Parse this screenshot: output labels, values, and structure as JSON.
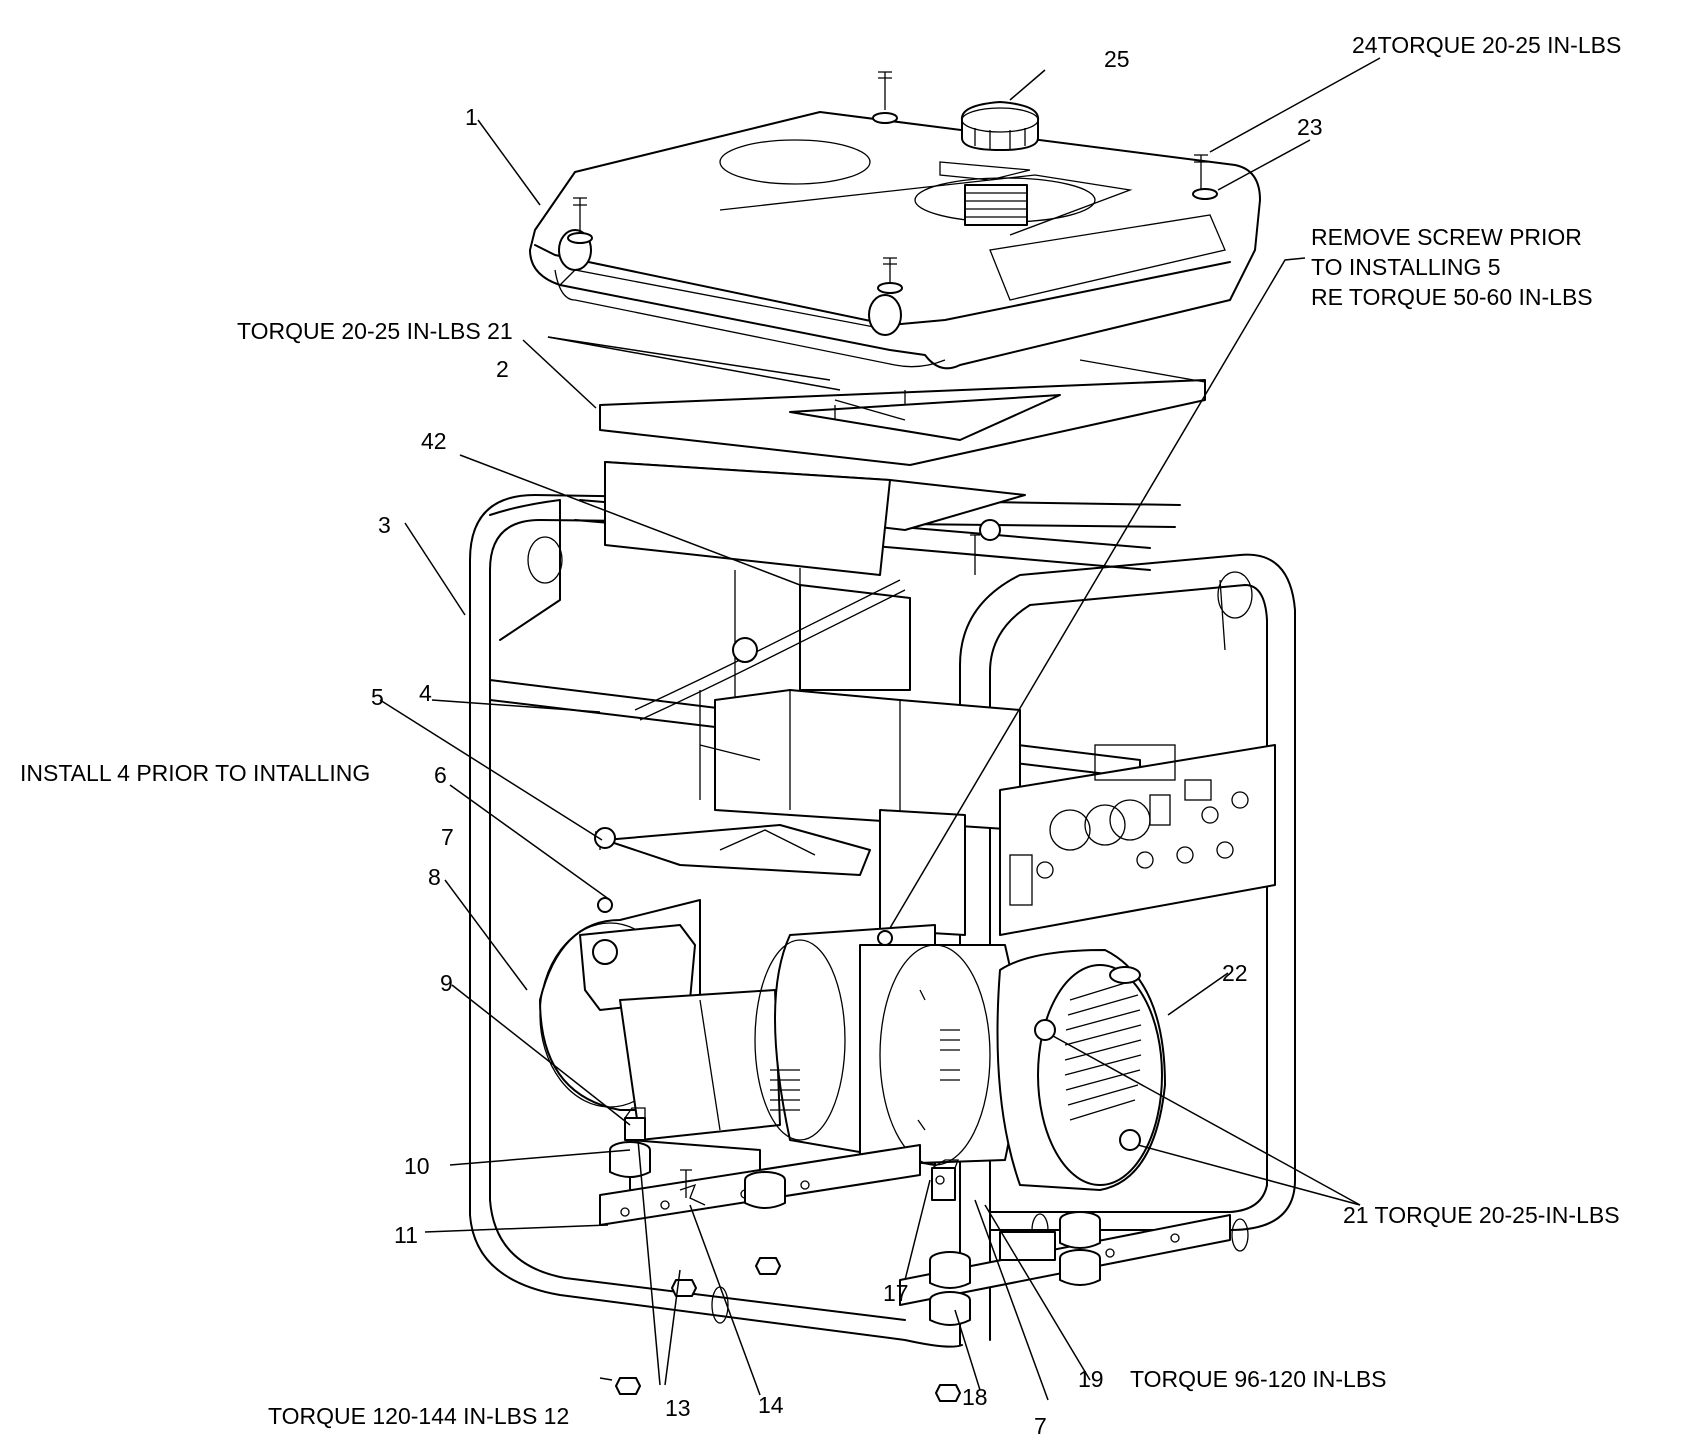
{
  "callouts": {
    "c1": "1",
    "c2": "2",
    "c3": "3",
    "c4": "4",
    "c5": "5",
    "c6": "6",
    "c7a": "7",
    "c7b": "7",
    "c8": "8",
    "c9": "9",
    "c10": "10",
    "c11": "11",
    "c13": "13",
    "c14": "14",
    "c17": "17",
    "c18": "18",
    "c19": "19",
    "c22": "22",
    "c23": "23",
    "c25": "25",
    "c42": "42"
  },
  "notes": {
    "n24": "24TORQUE 20-25 IN-LBS",
    "n_remove": "REMOVE SCREW PRIOR\nTO INSTALLING 5\nRE TORQUE 50-60 IN-LBS",
    "n21_top": "TORQUE 20-25 IN-LBS 21",
    "n_install": "INSTALL 4 PRIOR TO INTALLING",
    "n21_right": "21 TORQUE 20-25-IN-LBS",
    "n19": "TORQUE 96-120 IN-LBS",
    "n12": "TORQUE 120-144 IN-LBS 12"
  }
}
